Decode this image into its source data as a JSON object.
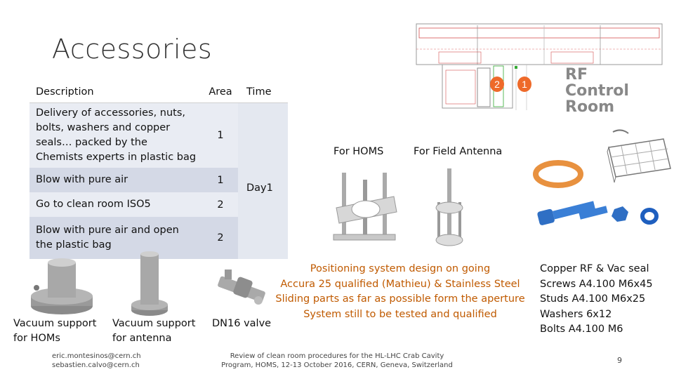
{
  "slide": {
    "title": "Accessories",
    "page_number": "9"
  },
  "table": {
    "headers": {
      "description": "Description",
      "area": "Area",
      "time": "Time"
    },
    "rows": [
      {
        "description": "Delivery of accessories, nuts, bolts, washers and copper seals… packed by the Chemists experts in plastic bag",
        "area": "1"
      },
      {
        "description": "Blow with pure air",
        "area": "1"
      },
      {
        "description": "Go to clean room ISO5",
        "area": "2"
      },
      {
        "description": "Blow with pure air and open the plastic bag",
        "area": "2"
      }
    ],
    "time_value": "Day1"
  },
  "floor_plan": {
    "room_label": "RF Control Room",
    "badge_1": "1",
    "badge_2": "2"
  },
  "figures": {
    "for_homs": "For HOMS",
    "for_field_antenna": "For Field Antenna",
    "vacuum_support_homs": "Vacuum support for HOMs",
    "vacuum_support_antenna": "Vacuum support for antenna",
    "dn16_valve": "DN16 valve"
  },
  "notes": {
    "line1": "Positioning system design on going",
    "line2": "Accura 25 qualified (Mathieu) & Stainless Steel",
    "line3": "Sliding parts as far as possible form the aperture",
    "line4": "System still to be tested and qualified"
  },
  "parts_list": {
    "items": [
      "Copper RF & Vac seal",
      "Screws A4.100 M6x45",
      "Studs A4.100 M6x25",
      "Washers 6x12",
      "Bolts A4.100 M6"
    ]
  },
  "footer": {
    "email1": "eric.montesinos@cern.ch",
    "email2": "sebastien.calvo@cern.ch",
    "center_line1": "Review of clean room procedures for the HL-LHC Crab Cavity",
    "center_line2": "Program, HOMS, 12-13 October 2016, CERN, Geneva, Switzerland"
  },
  "colors": {
    "accent_orange": "#c05a00",
    "badge_orange": "#ee6a2a",
    "table_row_light": "#e9ecf3",
    "table_row_dark": "#d4d9e6",
    "part_blue": "#2f6fc4",
    "gasket_copper": "#e8913f"
  }
}
